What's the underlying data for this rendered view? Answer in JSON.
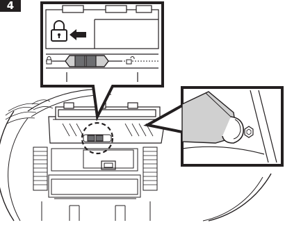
{
  "step": {
    "number": "4"
  },
  "diagram": {
    "subject": "robot-vacuum-underside-brush-cover",
    "callouts": [
      {
        "id": "lock-slider-detail",
        "icon": "lock-icon",
        "direction": "left"
      },
      {
        "id": "brush-end-cap-detail"
      }
    ],
    "indicator_icons": [
      "small-lock-closed-icon",
      "small-lock-open-icon"
    ],
    "colors": {
      "line": "#231f20",
      "fill": "#ffffff",
      "shade": "#d0d0d0",
      "dark_fill": "#6d6e71"
    }
  }
}
